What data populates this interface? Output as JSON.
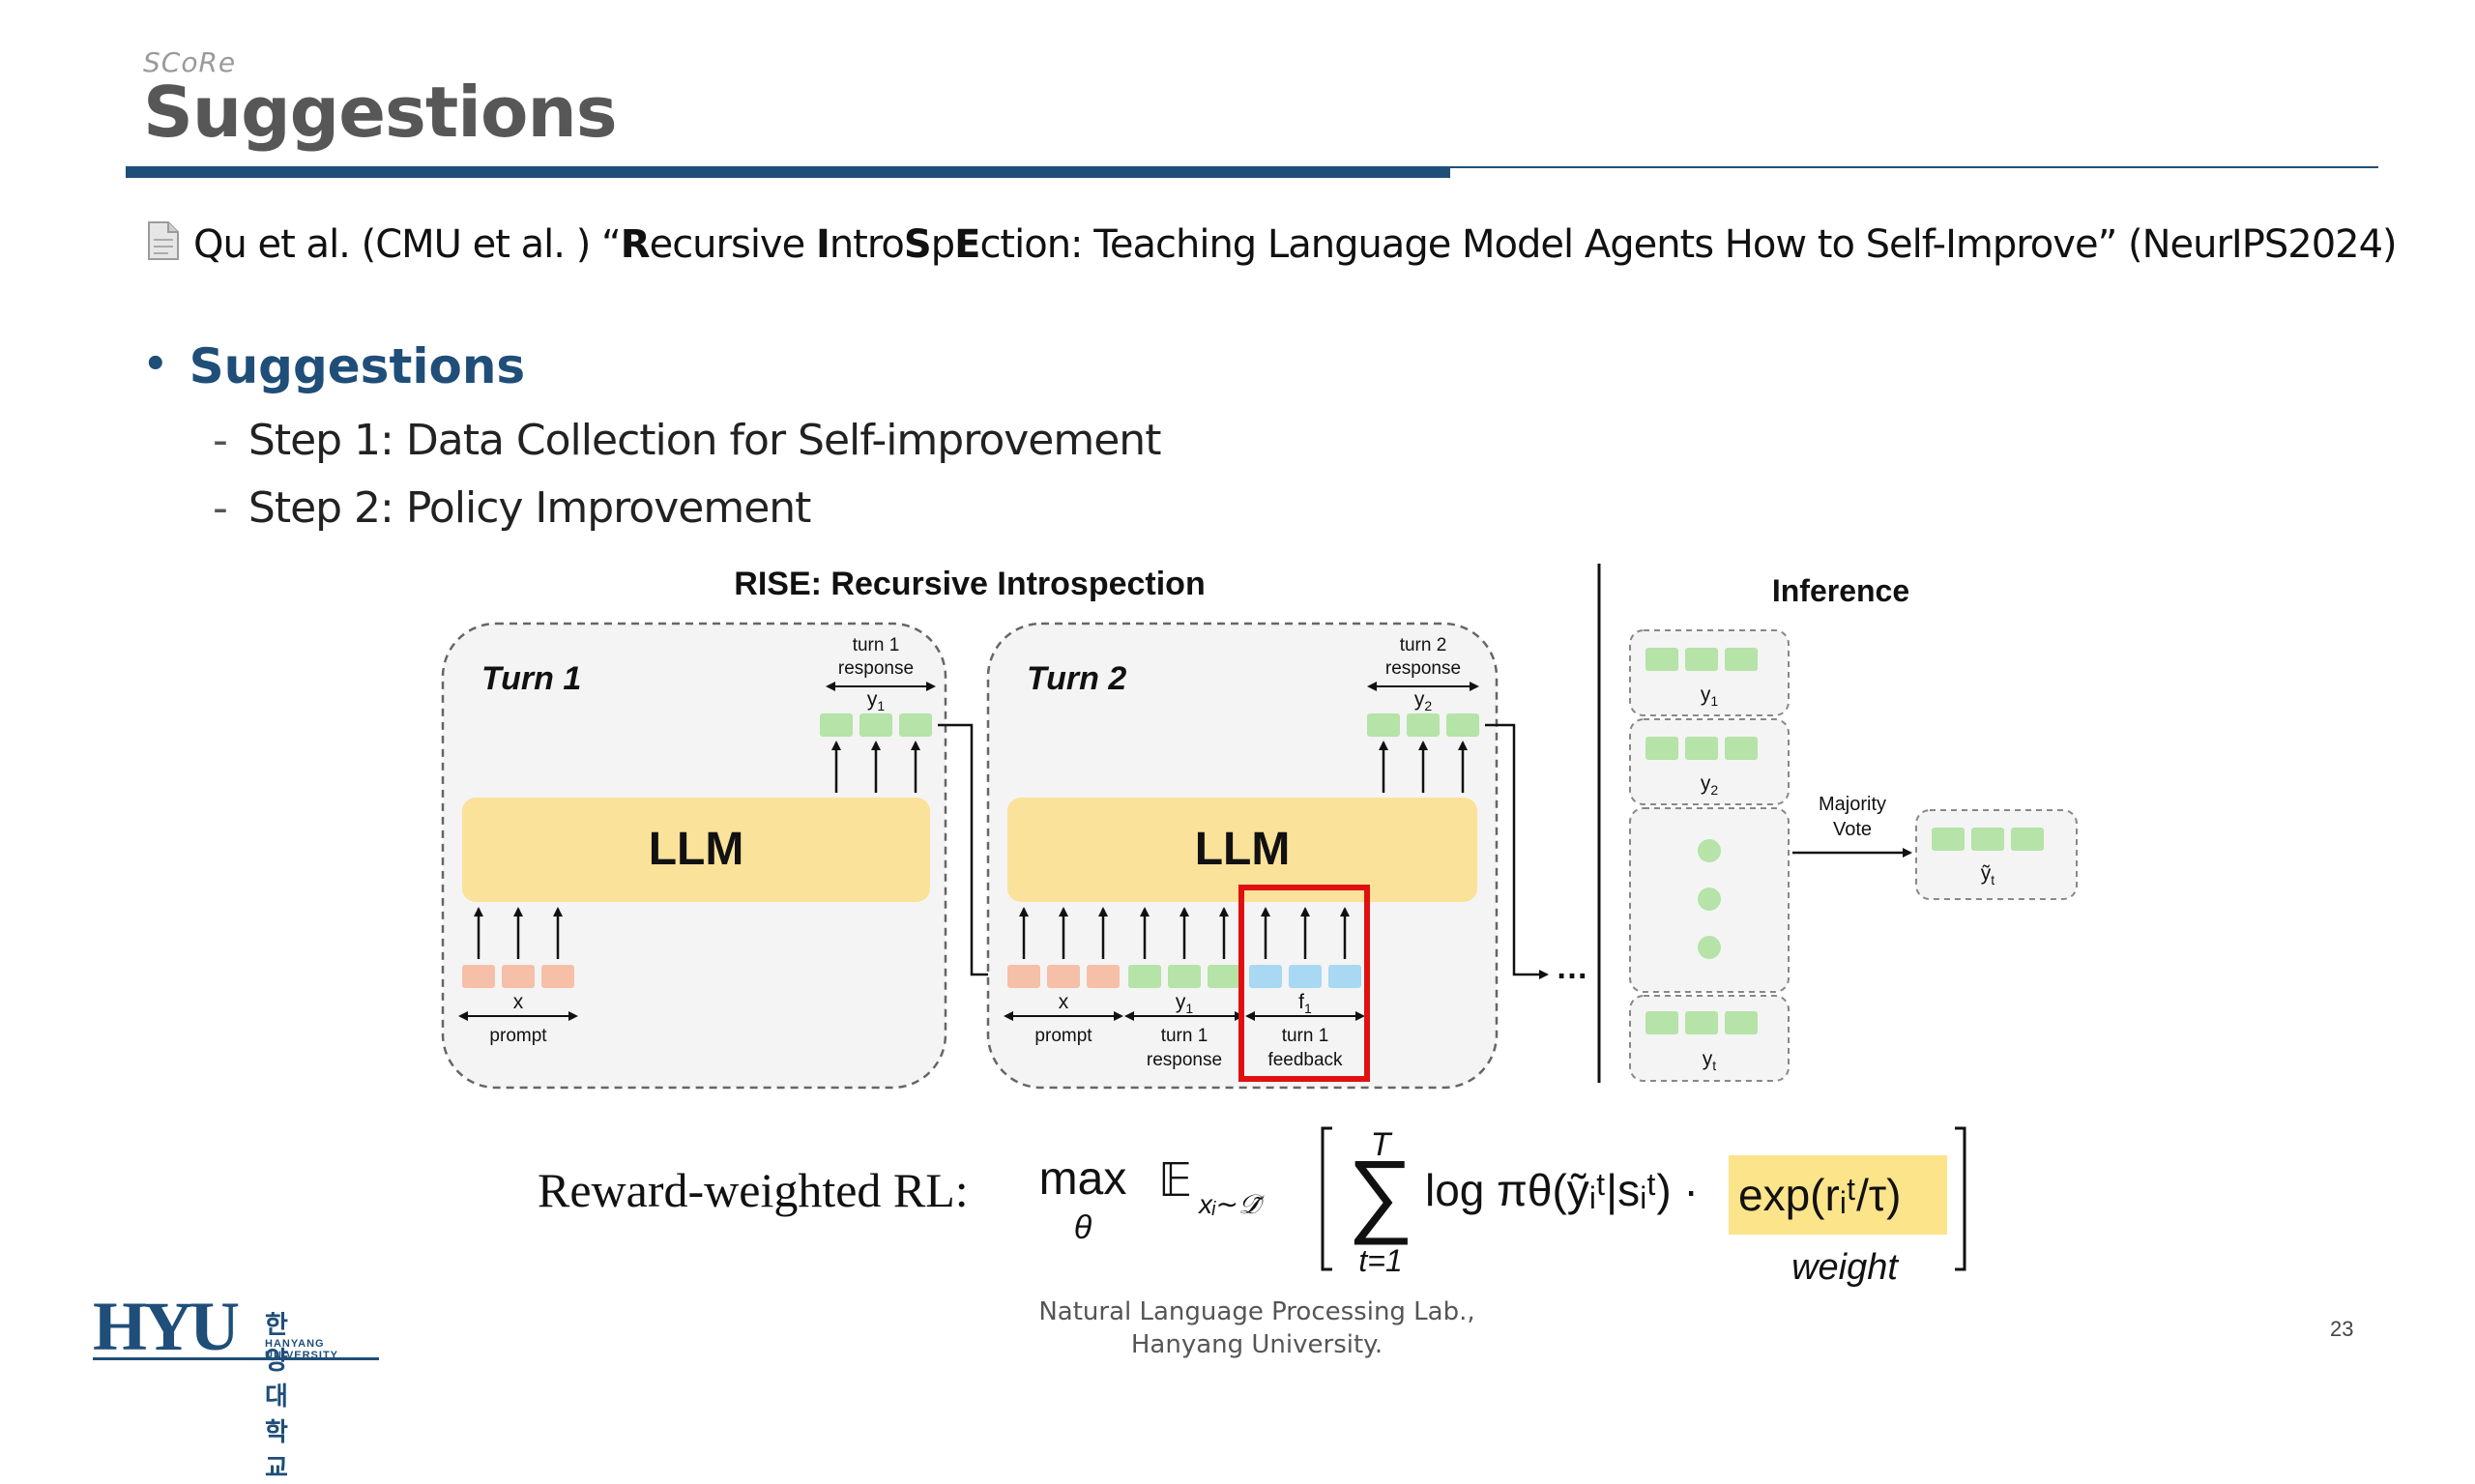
{
  "header": {
    "kicker": "SCoRe",
    "title": "Suggestions"
  },
  "reference": {
    "text_a": "Qu et al. (CMU et al. ) “",
    "text_R": "R",
    "text_b": "ecursive ",
    "text_I": "I",
    "text_c": "ntro",
    "text_S": "S",
    "text_d": "p",
    "text_E": "E",
    "text_e": "ction: Teaching Language Model Agents How to Self-Improve” (NeurIPS2024)"
  },
  "bullet": {
    "marker": "•",
    "heading": "Suggestions",
    "steps": [
      {
        "dash": "-",
        "text": "Step 1: Data Collection for Self-improvement"
      },
      {
        "dash": "-",
        "text": "Step 2: Policy Improvement"
      }
    ]
  },
  "figure": {
    "title": "RISE: Recursive Introspection",
    "turn1": {
      "label": "Turn 1",
      "llm": "LLM",
      "top_caption_1": "turn 1",
      "top_caption_2": "response",
      "top_var": "y",
      "top_var_sub": "1",
      "bottom_var": "x",
      "bottom_caption": "prompt"
    },
    "turn2": {
      "label": "Turn 2",
      "llm": "LLM",
      "top_caption_1": "turn 2",
      "top_caption_2": "response",
      "top_var": "y",
      "top_var_sub": "2",
      "groups": [
        {
          "var": "x",
          "var_sub": "",
          "caption_1": "prompt",
          "caption_2": ""
        },
        {
          "var": "y",
          "var_sub": "1",
          "caption_1": "turn 1",
          "caption_2": "response"
        },
        {
          "var": "f",
          "var_sub": "1",
          "caption_1": "turn 1",
          "caption_2": "feedback"
        }
      ]
    },
    "ellipsis": "…",
    "inference": {
      "title": "Inference",
      "candidates": [
        {
          "var": "y",
          "sub": "1"
        },
        {
          "var": "y",
          "sub": "2"
        },
        {
          "var": "y",
          "sub": "t"
        }
      ],
      "vote_1": "Majority",
      "vote_2": "Vote",
      "result_var": "ỹ",
      "result_sub": "t"
    },
    "colors": {
      "llm_box": "#fae29a",
      "prompt_token": "#f6bfa8",
      "response_token": "#b5e3a8",
      "feedback_token": "#a8d8f2",
      "highlight_border": "#e01010"
    }
  },
  "formula": {
    "label": "Reward-weighted RL:",
    "max": "max",
    "theta": "θ",
    "expect": "𝔼",
    "expect_sub": "xᵢ∼𝒟̃",
    "sum_top": "T",
    "sum_bottom": "t=1",
    "log_term": "log πθ(ỹᵢᵗ|sᵢᵗ) ·",
    "exp_term": "exp(rᵢᵗ/τ)",
    "weight_note": "weight",
    "highlight": "#fbe48a"
  },
  "footer": {
    "lab_line1": "Natural Language Processing Lab.,",
    "lab_line2": "Hanyang University.",
    "page": "23",
    "logo_text": "HYU",
    "logo_kr": "한양대학교",
    "logo_en": "HANYANG UNIVERSITY"
  }
}
